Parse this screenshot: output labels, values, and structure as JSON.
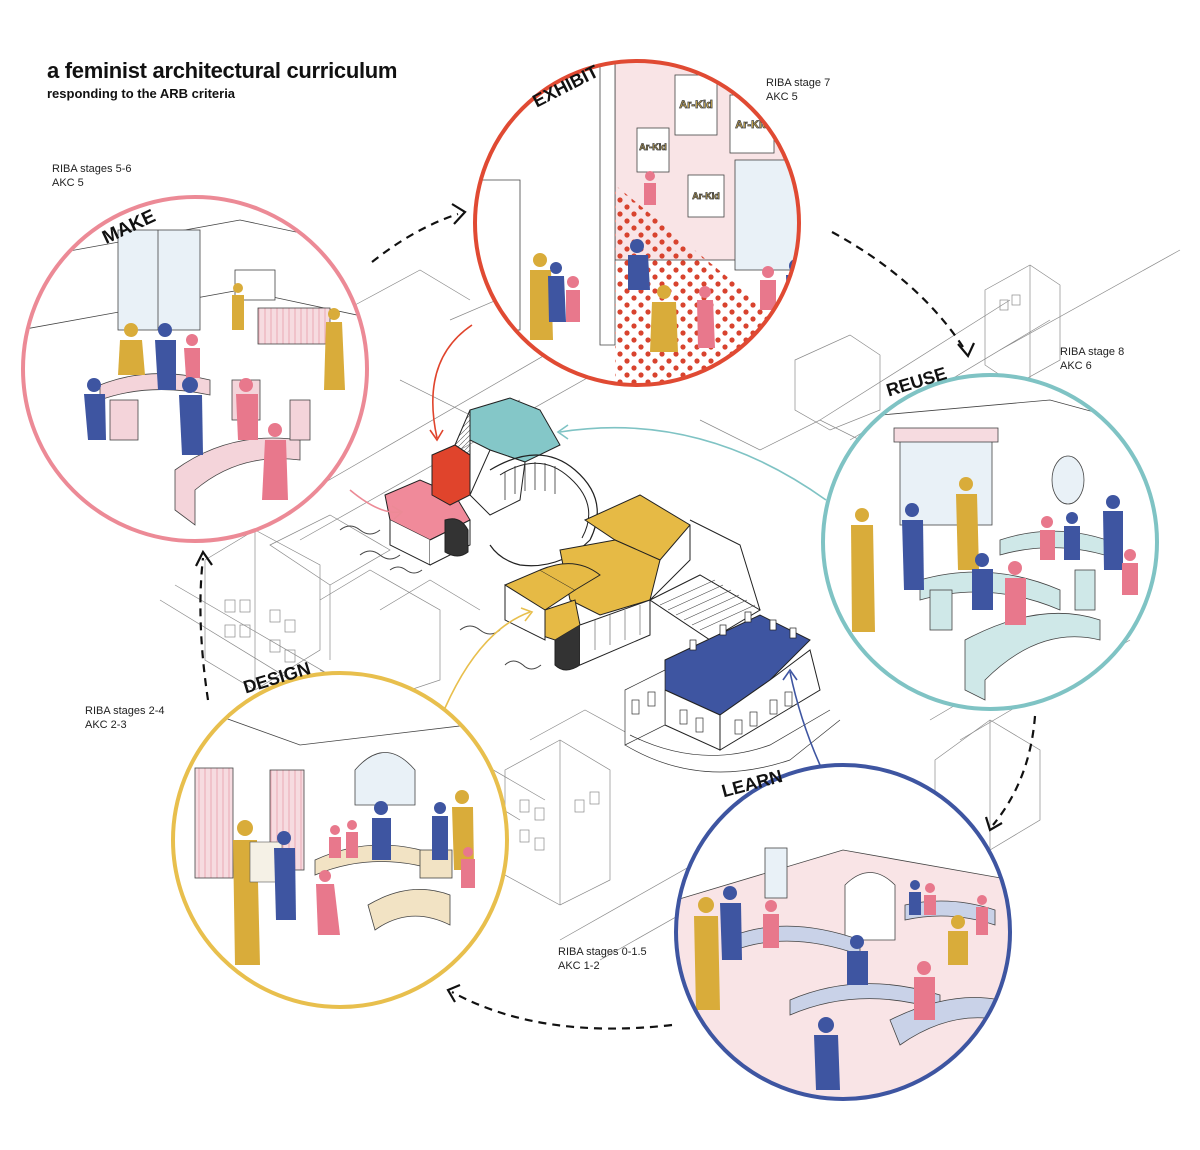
{
  "header": {
    "title": "a feminist architectural curriculum",
    "subtitle": "responding to the ARB criteria"
  },
  "phases": [
    {
      "key": "make",
      "label": "MAKE",
      "riba": "RIBA stages 5-6",
      "akc": "AKC 5",
      "color": "#ec8a96"
    },
    {
      "key": "exhibit",
      "label": "EXHIBIT",
      "riba": "RIBA stage 7",
      "akc": "AKC 5",
      "color": "#e04a33"
    },
    {
      "key": "reuse",
      "label": "REUSE",
      "riba": "RIBA stage 8",
      "akc": "AKC 6",
      "color": "#7fc3c4"
    },
    {
      "key": "learn",
      "label": "LEARN",
      "riba": "RIBA stages 0-1.5",
      "akc": "AKC 1-2",
      "color": "#3e55a1"
    },
    {
      "key": "design",
      "label": "DESIGN",
      "riba": "RIBA stages 2-4",
      "akc": "AKC 2-3",
      "color": "#e8bf4d"
    }
  ],
  "signage": {
    "exhibit_poster": "Ar-Kid"
  },
  "figure_colors": {
    "yellow": "#d9ac3a",
    "blue": "#3e55a1",
    "pink": "#e8788c"
  }
}
